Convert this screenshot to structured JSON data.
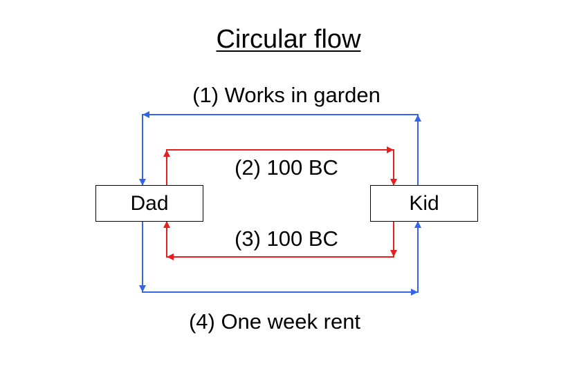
{
  "title": "Circular flow",
  "nodes": {
    "left": {
      "label": "Dad"
    },
    "right": {
      "label": "Kid"
    }
  },
  "flows": [
    {
      "id": "1",
      "label": "(1) Works in garden",
      "color": "#3366E6"
    },
    {
      "id": "2",
      "label": "(2) 100 BC",
      "color": "#E61E1E"
    },
    {
      "id": "3",
      "label": "(3) 100 BC",
      "color": "#E61E1E"
    },
    {
      "id": "4",
      "label": "(4) One week rent",
      "color": "#3366E6"
    }
  ],
  "colors": {
    "outer_flow": "#3366E6",
    "inner_flow": "#E61E1E",
    "box_border": "#000000",
    "text": "#000000"
  }
}
